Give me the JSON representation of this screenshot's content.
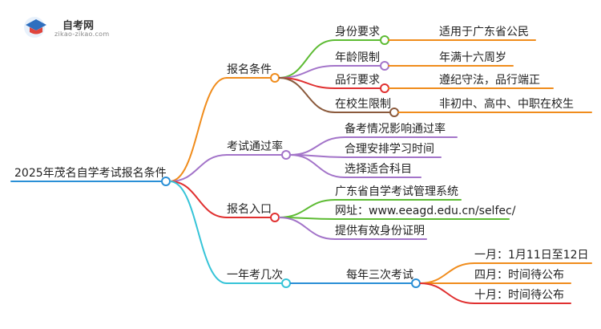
{
  "logo": {
    "title": "自考网",
    "subtitle": "zikao-zikao.com"
  },
  "root": "2025年茂名自学考试报名条件",
  "branches": [
    {
      "label": "报名条件",
      "color": "#f08c1c",
      "children": [
        {
          "label": "身份要求",
          "color": "#5dbb33",
          "detail": "适用于广东省公民",
          "detail_color": "#f08c1c"
        },
        {
          "label": "年龄限制",
          "color": "#a374c9",
          "detail": "年满十六周岁",
          "detail_color": "#f08c1c"
        },
        {
          "label": "品行要求",
          "color": "#e03030",
          "detail": "遵纪守法，品行端正",
          "detail_color": "#f08c1c"
        },
        {
          "label": "在校生限制",
          "color": "#8b5a3c",
          "detail": "非初中、高中、中职在校生",
          "detail_color": "#f08c1c"
        }
      ]
    },
    {
      "label": "考试通过率",
      "color": "#a374c9",
      "children": [
        {
          "label": "备考情况影响通过率",
          "color": "#a374c9"
        },
        {
          "label": "合理安排学习时间",
          "color": "#a374c9"
        },
        {
          "label": "选择适合科目",
          "color": "#a374c9"
        }
      ]
    },
    {
      "label": "报名入口",
      "color": "#e03030",
      "children": [
        {
          "label": "广东省自学考试管理系统",
          "color": "#5dbb33"
        },
        {
          "label": "网址：www.eeagd.edu.cn/selfec/",
          "color": "#5dbb33"
        },
        {
          "label": "提供有效身份证明",
          "color": "#a374c9"
        }
      ]
    },
    {
      "label": "一年考几次",
      "color": "#36c4d8",
      "children": [
        {
          "label": "每年三次考试",
          "color": "#2a8fd6",
          "subs": [
            {
              "label": "一月：1月11日至12日",
              "color": "#f08c1c"
            },
            {
              "label": "四月：时间待公布",
              "color": "#f08c1c"
            },
            {
              "label": "十月：时间待公布",
              "color": "#e03030"
            }
          ]
        }
      ]
    }
  ],
  "colors": {
    "root_line": "#2a8fd6"
  }
}
